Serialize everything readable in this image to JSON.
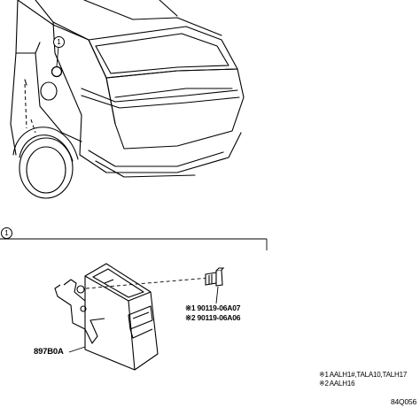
{
  "callout_marker": "1",
  "section_marker": "1",
  "parts": {
    "module_number": "897B0A",
    "bolt_lines": [
      {
        "mark": "※1",
        "number": "90119-06A07"
      },
      {
        "mark": "※2",
        "number": "90119-06A06"
      }
    ]
  },
  "notes": [
    {
      "mark": "※1",
      "text": "AALH1#,TALA10,TALH17"
    },
    {
      "mark": "※2",
      "text": "AALH16"
    }
  ],
  "figure_id": "84Q056"
}
